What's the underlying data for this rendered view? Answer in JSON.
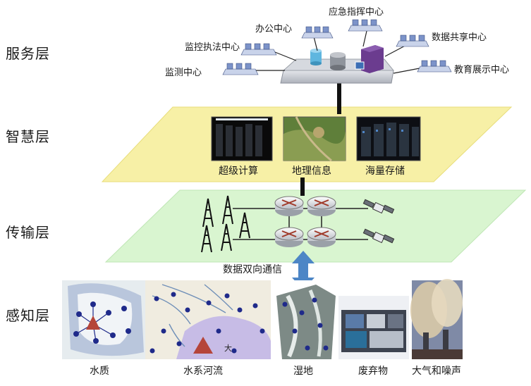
{
  "layers": {
    "service": "服务层",
    "smart": "智慧层",
    "transport": "传输层",
    "sensing": "感知层"
  },
  "service_centers": {
    "emergency": "应急指挥中心",
    "office": "办公中心",
    "data_share": "数据共享中心",
    "enforcement": "监控执法中心",
    "monitoring": "监测中心",
    "education": "教育展示中心"
  },
  "smart_items": {
    "supercomputing": "超级计算",
    "geo_info": "地理信息",
    "mass_storage": "海量存储"
  },
  "transport": {
    "bidirectional": "数据双向通信"
  },
  "sensing_items": {
    "water_quality": "水质",
    "rivers": "水系河流",
    "wetland": "湿地",
    "waste": "废弃物",
    "air_noise": "大气和噪声"
  },
  "map_marks": {
    "big": "大"
  },
  "colors": {
    "smart_plane": "#f7f0a6",
    "transport_plane": "#d9f5d0",
    "service_platform": "#c8cbd2",
    "arrow": "#4d86c6",
    "sensor_dot": "#1f2a8a",
    "triangle": "#b5453a"
  }
}
